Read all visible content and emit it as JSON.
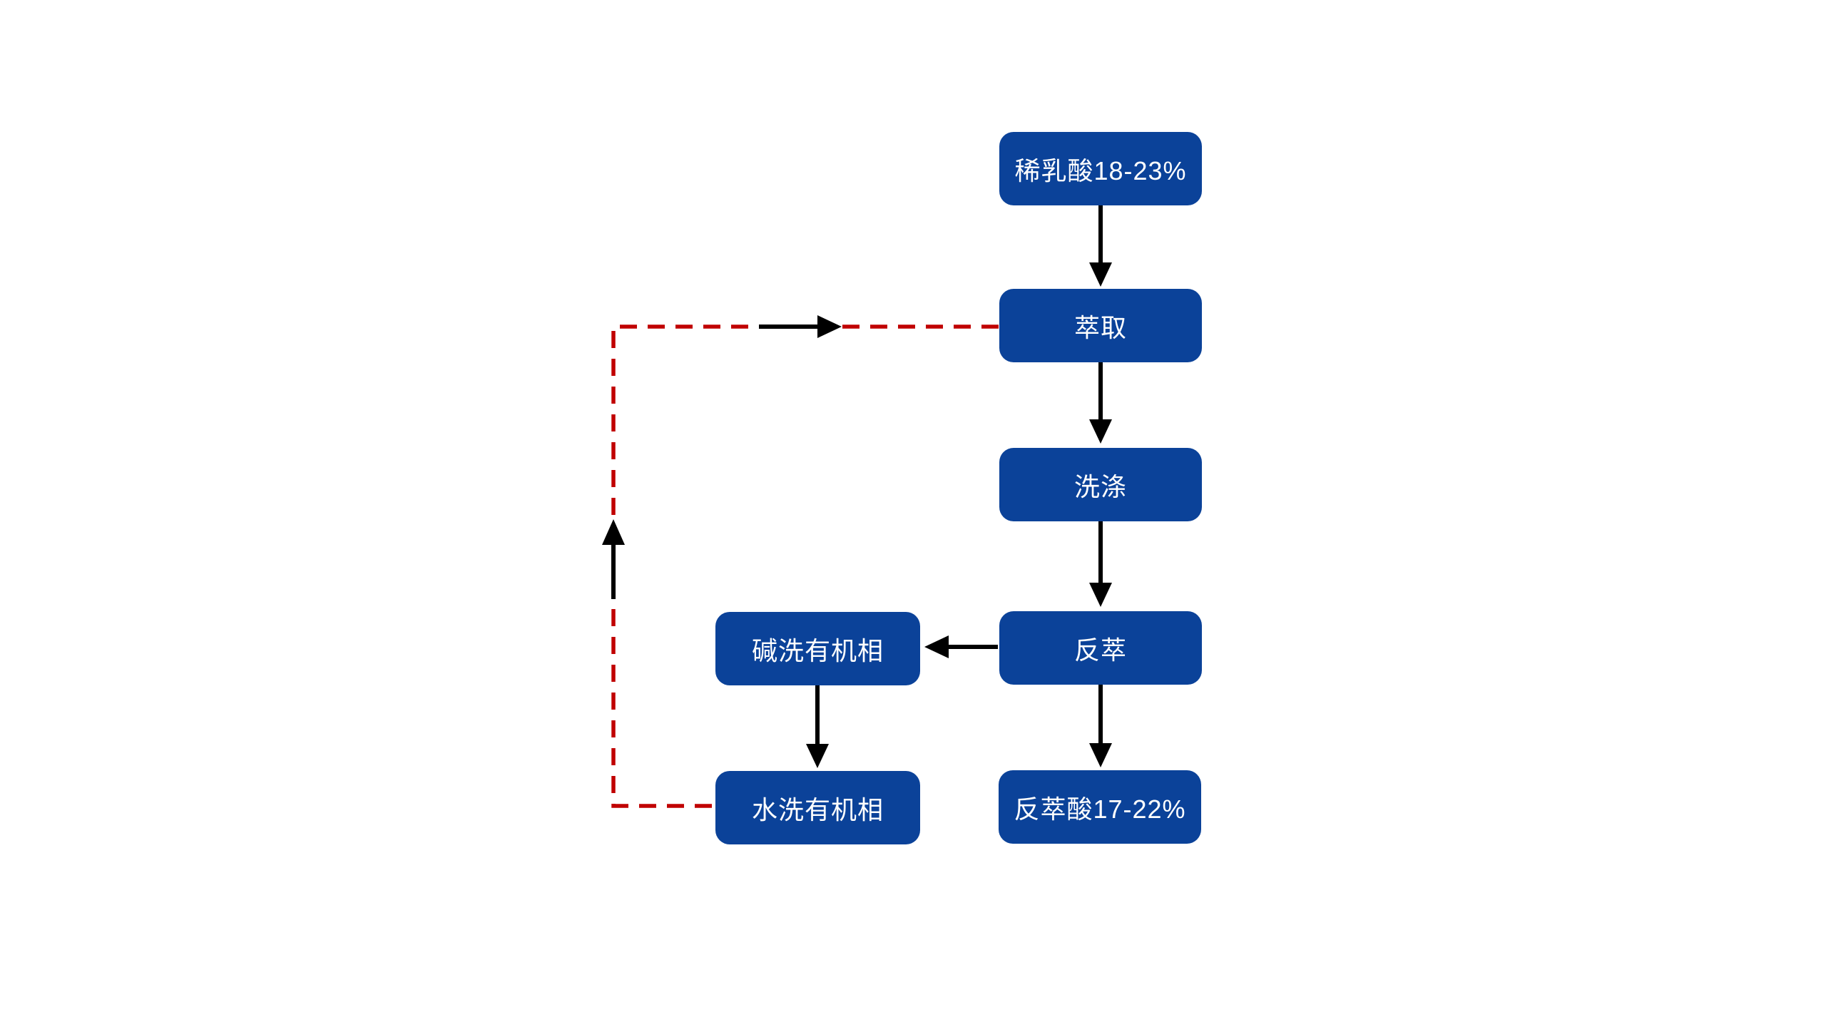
{
  "diagram": {
    "type": "flowchart",
    "background": "#ffffff",
    "nodes": [
      {
        "id": "dilute-lactic-acid",
        "label": "稀乳酸18-23%"
      },
      {
        "id": "extraction",
        "label": "萃取"
      },
      {
        "id": "washing",
        "label": "洗涤"
      },
      {
        "id": "back-extraction",
        "label": "反萃"
      },
      {
        "id": "alkali-wash-organic-phase",
        "label": "碱洗有机相"
      },
      {
        "id": "water-wash-organic-phase",
        "label": "水洗有机相"
      },
      {
        "id": "stripped-acid",
        "label": "反萃酸17-22%"
      }
    ],
    "edges": [
      {
        "from": "dilute-lactic-acid",
        "to": "extraction",
        "style": "solid-arrow",
        "direction": "down"
      },
      {
        "from": "extraction",
        "to": "washing",
        "style": "solid-arrow",
        "direction": "down"
      },
      {
        "from": "washing",
        "to": "back-extraction",
        "style": "solid-arrow",
        "direction": "down"
      },
      {
        "from": "back-extraction",
        "to": "stripped-acid",
        "style": "solid-arrow",
        "direction": "down"
      },
      {
        "from": "back-extraction",
        "to": "alkali-wash-organic-phase",
        "style": "solid-arrow",
        "direction": "left"
      },
      {
        "from": "alkali-wash-organic-phase",
        "to": "water-wash-organic-phase",
        "style": "solid-arrow",
        "direction": "down"
      },
      {
        "from": "water-wash-organic-phase",
        "to": "extraction",
        "style": "dashed-recycle",
        "direction": "left-up-right",
        "overlay_arrows": [
          "up",
          "right"
        ]
      }
    ],
    "colors": {
      "node_fill": "#0b4299",
      "node_text": "#ffffff",
      "arrow": "#000000",
      "recycle_dash": "#c00000",
      "background": "#ffffff"
    }
  }
}
